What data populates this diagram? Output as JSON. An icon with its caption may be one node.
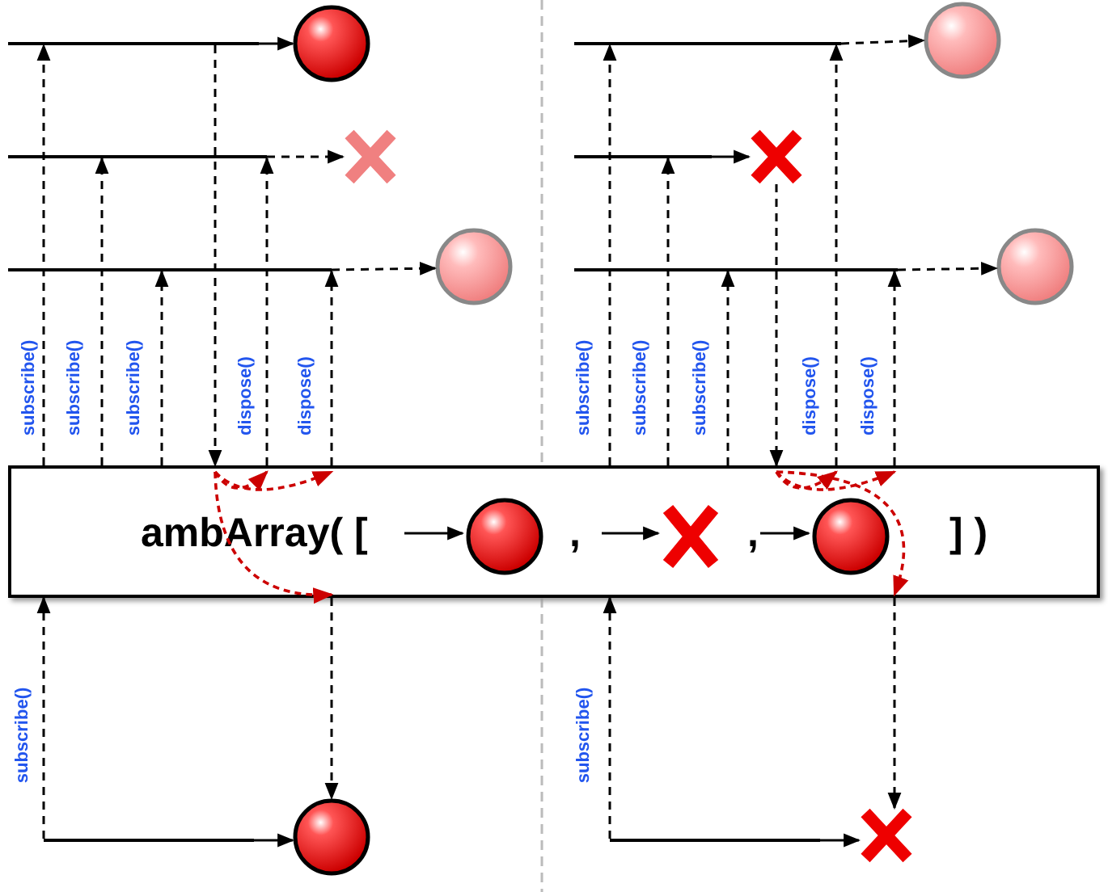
{
  "diagram": {
    "nodes": [
      {
        "text": [
          "ambArray( [",
          ",",
          ",",
          "] )"
        ]
      },
      {
        "text": [],
        "shape": "circle",
        "in": 0
      },
      {
        "text": [],
        "shape": "cross",
        "in": 0
      },
      {
        "text": [],
        "shape": "circle",
        "in": 0
      },
      {
        "text": [],
        "shape": "line"
      },
      {
        "text": [],
        "shape": "circle"
      },
      {
        "text": [],
        "shape": "line"
      },
      {
        "text": [],
        "shape": "cross"
      },
      {
        "text": [],
        "shape": "line"
      },
      {
        "text": [],
        "shape": "circle"
      },
      {
        "text": [],
        "shape": "line"
      },
      {
        "text": [],
        "shape": "circle"
      },
      {
        "text": [],
        "shape": "line"
      },
      {
        "text": [],
        "shape": "circle"
      },
      {
        "text": [],
        "shape": "line"
      },
      {
        "text": [],
        "shape": "cross"
      },
      {
        "text": [],
        "shape": "line"
      },
      {
        "text": [],
        "shape": "circle"
      },
      {
        "text": [],
        "shape": "line"
      },
      {
        "text": [],
        "shape": "cross"
      }
    ],
    "edges": [
      {
        "from": 4,
        "to": 5,
        "arrow": "to"
      },
      {
        "from": 6,
        "to": 7,
        "arrow": "to",
        "style": "dashed"
      },
      {
        "from": 8,
        "to": 9,
        "arrow": "to",
        "style": "dashed"
      },
      {
        "from": 0,
        "to": 4,
        "arrow": "to",
        "style": "dashed",
        "label": "subscribe()"
      },
      {
        "from": 0,
        "to": 6,
        "arrow": "to",
        "style": "dashed",
        "label": "subscribe()"
      },
      {
        "from": 0,
        "to": 8,
        "arrow": "to",
        "style": "dashed",
        "label": "subscribe()"
      },
      {
        "from": 4,
        "to": 0,
        "arrow": "to",
        "style": "dashed"
      },
      {
        "from": 0,
        "to": 6,
        "arrow": "to",
        "style": "dashed",
        "label": "dispose()"
      },
      {
        "from": 0,
        "to": 8,
        "arrow": "to",
        "style": "dashed",
        "label": "dispose()"
      },
      {
        "from": 10,
        "to": 0,
        "arrow": "to",
        "style": "dashed",
        "label": "subscribe()"
      },
      {
        "from": 0,
        "to": 11,
        "arrow": "to",
        "style": "dashed"
      },
      {
        "from": 10,
        "to": 11,
        "arrow": "to"
      },
      {
        "from": 12,
        "to": 13,
        "arrow": "to",
        "style": "dashed"
      },
      {
        "from": 14,
        "to": 15,
        "arrow": "to"
      },
      {
        "from": 16,
        "to": 17,
        "arrow": "to",
        "style": "dashed"
      },
      {
        "from": 0,
        "to": 12,
        "arrow": "to",
        "style": "dashed",
        "label": "subscribe()"
      },
      {
        "from": 0,
        "to": 14,
        "arrow": "to",
        "style": "dashed",
        "label": "subscribe()"
      },
      {
        "from": 0,
        "to": 16,
        "arrow": "to",
        "style": "dashed",
        "label": "subscribe()"
      },
      {
        "from": 15,
        "to": 0,
        "arrow": "to",
        "style": "dashed"
      },
      {
        "from": 0,
        "to": 12,
        "arrow": "to",
        "style": "dashed",
        "label": "dispose()"
      },
      {
        "from": 0,
        "to": 16,
        "arrow": "to",
        "style": "dashed",
        "label": "dispose()"
      },
      {
        "from": 18,
        "to": 0,
        "arrow": "to",
        "style": "dashed",
        "label": "subscribe()"
      },
      {
        "from": 0,
        "to": 19,
        "arrow": "to",
        "style": "dashed"
      },
      {
        "from": 18,
        "to": 19,
        "arrow": "to"
      },
      {
        "from": null,
        "to": 1,
        "arrow": "to"
      },
      {
        "from": null,
        "to": 2,
        "arrow": "to"
      },
      {
        "from": null,
        "to": 3,
        "arrow": "to"
      }
    ]
  }
}
